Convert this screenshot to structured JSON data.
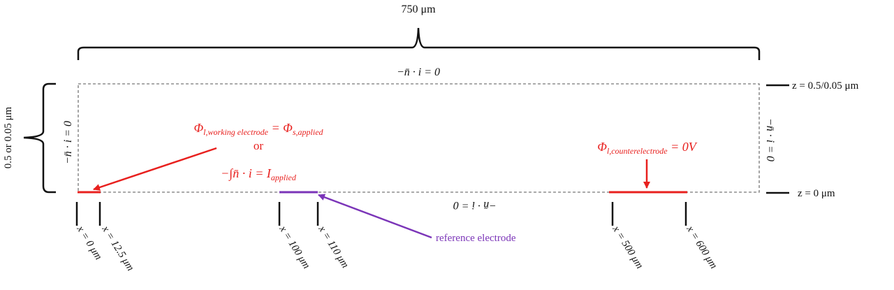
{
  "dimensions": {
    "width_label": "750 μm",
    "height_label": "0.5 or 0.05  μm",
    "z_top_label": "z = 0.5/0.05  μm",
    "z_bottom_label": "z = 0  μm"
  },
  "boundary_conditions": {
    "top": "−n̄ · i = 0",
    "left": "−n̄ · i = 0",
    "right": "−n̄ · i = 0",
    "bottom": "−n̄ · i = 0"
  },
  "working_electrode": {
    "phi_l": "Φ",
    "phi_l_sub": "l,working electrode",
    "equals": " = ",
    "phi_s": "Φ",
    "phi_s_sub": "s,applied",
    "or_label": "or",
    "integral_expr": "−∫n̄ · i = I",
    "integral_sub": "applied"
  },
  "counter_electrode": {
    "phi": "Φ",
    "phi_sub": "l,counterelectrode",
    "value": " = 0V"
  },
  "reference_electrode": {
    "label": "reference electrode"
  },
  "x_markers": [
    {
      "label": "x = 0  μm"
    },
    {
      "label": "x = 12.5  μm"
    },
    {
      "label": "x = 100  μm"
    },
    {
      "label": "x = 110  μm"
    },
    {
      "label": "x = 500  μm"
    },
    {
      "label": "x = 600  μm"
    }
  ],
  "colors": {
    "working": "#e8201e",
    "counter": "#e8201e",
    "reference": "#7b35b8",
    "boundary": "#777777"
  }
}
